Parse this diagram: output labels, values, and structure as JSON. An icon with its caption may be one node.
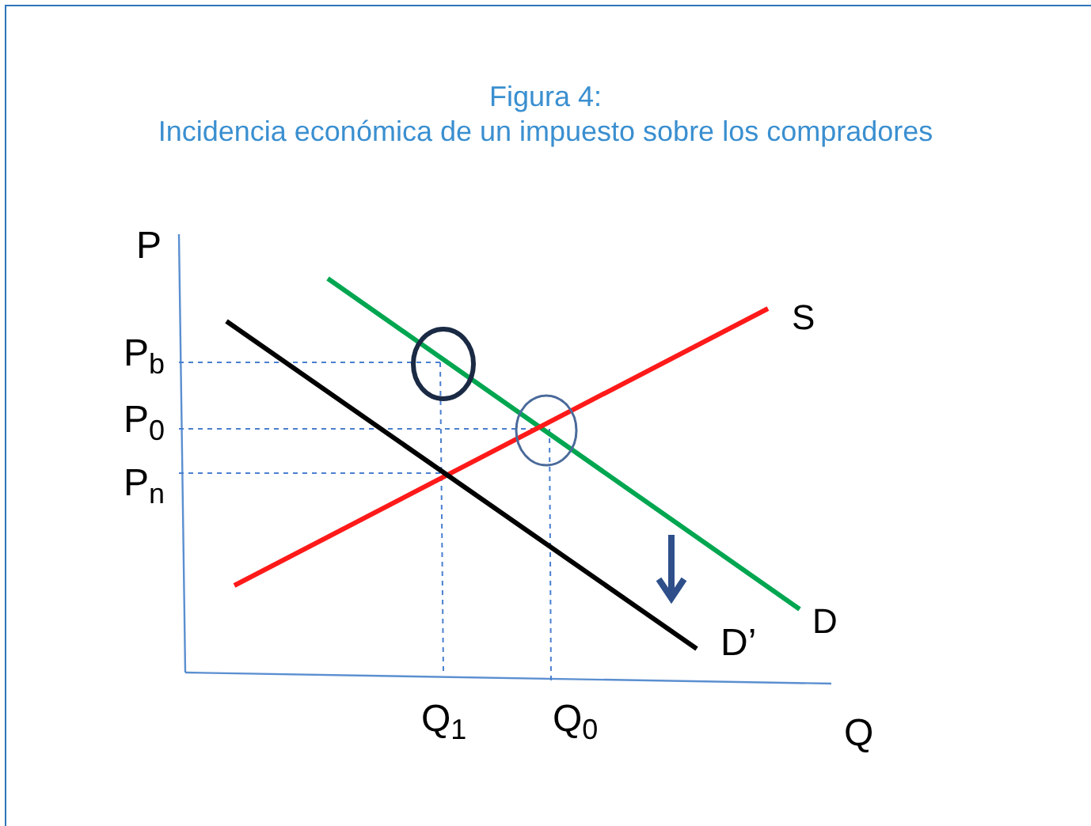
{
  "diagram": {
    "title": "Figura 4:",
    "labels": [
      "Incidencia económica de un impuesto sobre los compradores",
      "P",
      "S",
      "P$_{b}$",
      "P$_{0}$",
      "P$_{n}$",
      "D",
      "D’",
      "Q$_{1}$",
      "Q$_{0}$",
      "Q"
    ]
  }
}
